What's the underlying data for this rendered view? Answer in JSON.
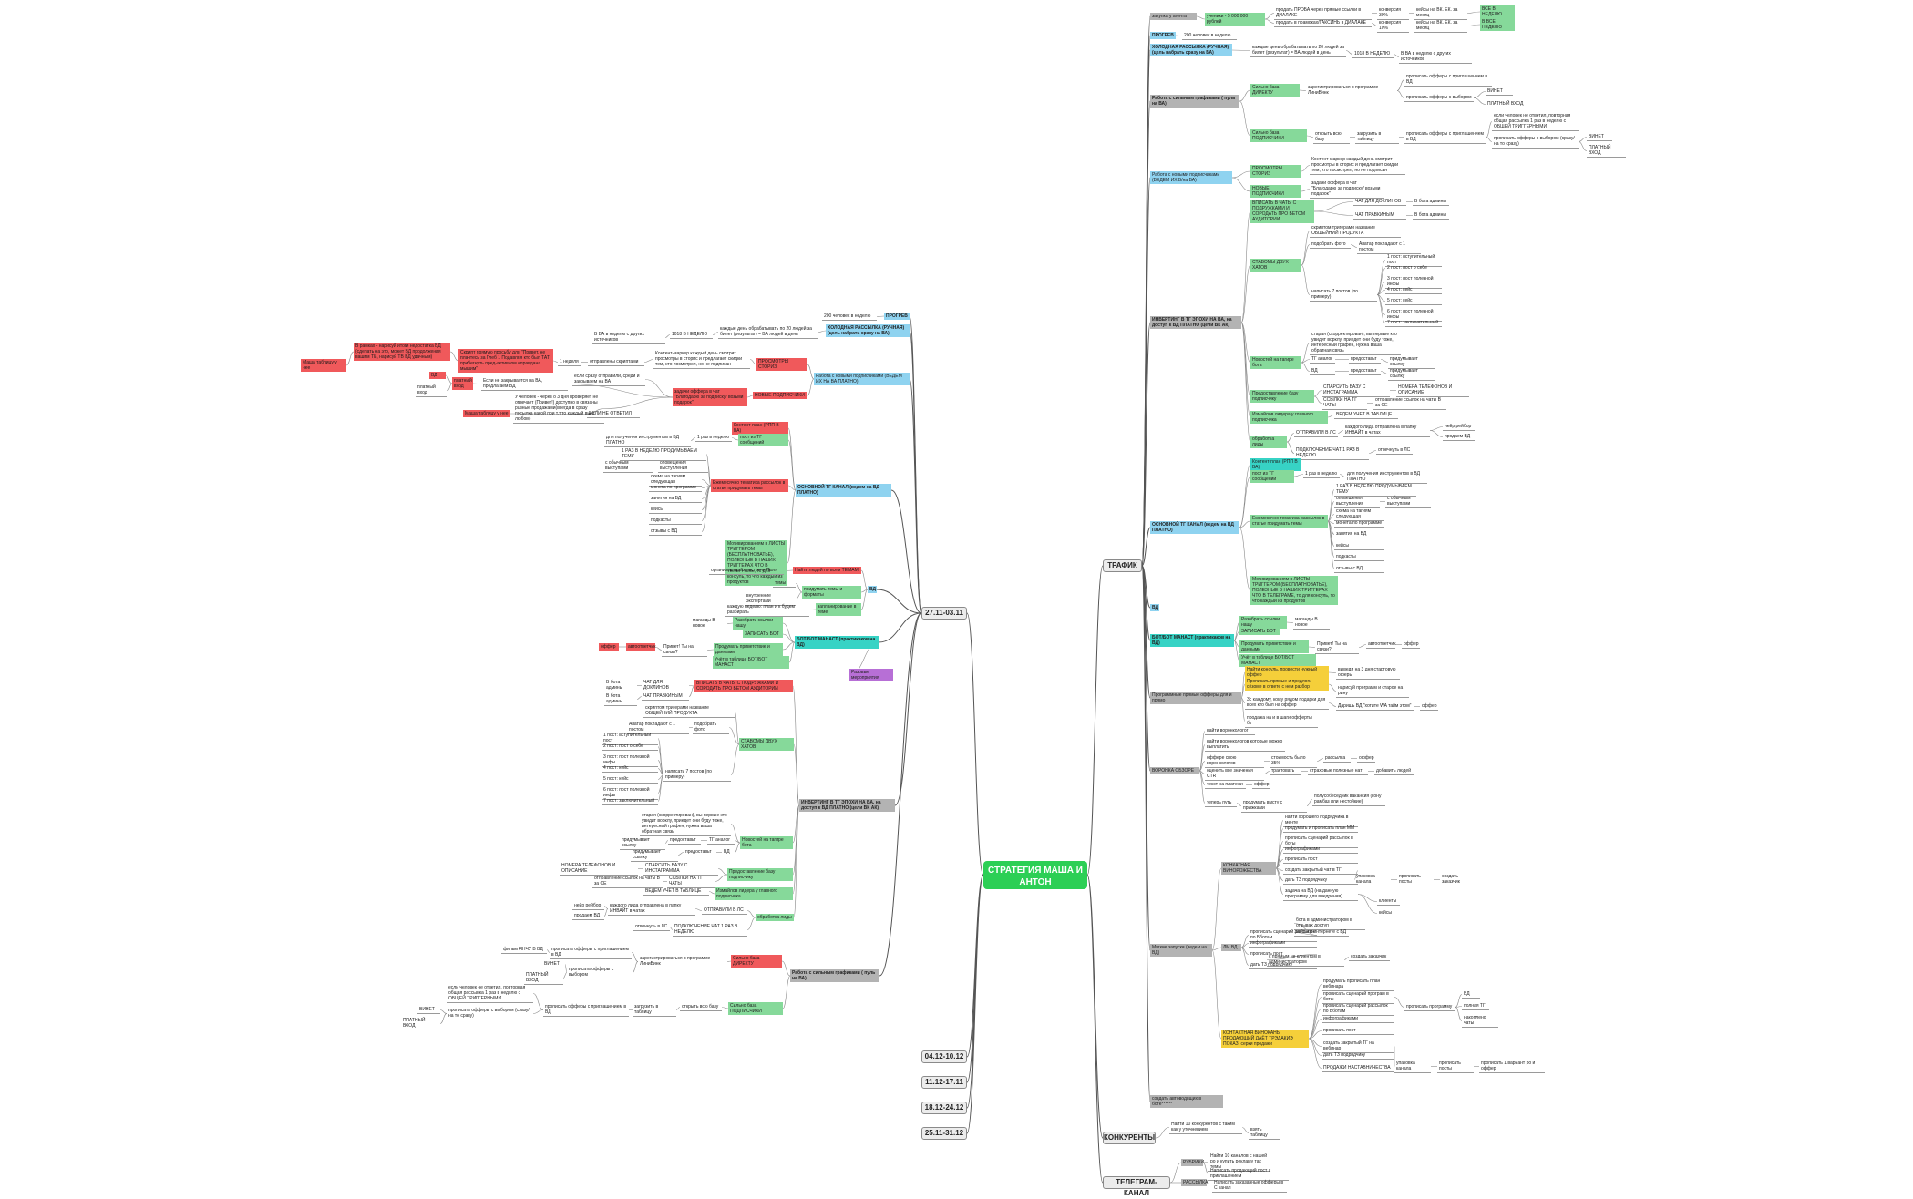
{
  "root": {
    "label": "СТРАТЕГИЯ МАША И АНТОН",
    "color": "#2ccf55"
  },
  "colors": {
    "green": "#86d99a",
    "blue": "#8fd3f0",
    "red": "#f0595b",
    "yellow": "#f5cf3a",
    "gray": "#b3b3b3",
    "purple": "#b76fd6",
    "teal": "#37d3c5"
  },
  "hubs": {
    "traffic": "ТРАФИК",
    "competitors": "КОНКУРЕНТЫ",
    "telegram": "ТЕЛЕГРАМ-КАНАЛ",
    "week1": "27.11-03.11",
    "week2": "04.12-10.12",
    "week3": "11.12-17.11",
    "week4": "18.12-24.12",
    "week5": "25.11-31.12"
  },
  "right": {
    "agent": {
      "label": "закупка у агента",
      "a": "ученики - 5 000 000 рублей",
      "b1": "продать ПРОБА через прямые ссылки в ДИАЛАКЕ",
      "b1x": "конверсия 30%",
      "b1y": "кейсы на ВК. ЕК. за месяц",
      "b1z": "ВСЕ В НЕДЕЛЮ",
      "b2": "продать в прамоках/ГАКСИНЬ в ДИАЛАКЕ",
      "b2x": "конверсия 10%",
      "b2y": "кейсы на ВК. ЕК. за месяц",
      "b2z": "В ВСЕ НЕДЕЛЮ"
    },
    "warmup": {
      "label": "ПРОГРЕВ",
      "note": "200 человек в неделю"
    },
    "mailing": {
      "label": "ХОЛОДНАЯ РАССЫЛКА (РУЧНАЯ) (цель набрать сразу на ВА)",
      "a": "каждые день обрабатывать по 20 людей за билет (результат) = ВА людей в день",
      "b": "1018 В НЕДЕЛЮ",
      "c": "В ВА в неделю с других источников"
    },
    "graph": {
      "label": "Работа с сильным графиками ( пуль на ВА)",
      "a": "Сильно база ДИРЕКТУ",
      "a1": "зарегистрироваться в программе ЛиниВинк",
      "a1x": "прописать офферы с приглашением в ВД",
      "a1y": "прописать офферы с выбором",
      "a1y1": "ВИНЕТ",
      "a1y2": "ПЛАТНЫЙ ВХОД",
      "b": "Сильно база ПОДПИСЧИКИ",
      "b1": "открыть всю базу",
      "b2": "загрузить в таблицу",
      "b3": "прописать офферы с приглашением в ВД",
      "b3a": "если человек не ответил, повторная общая рассылка 1 раз в неделю с ОБЩЕЙ ТРИГГЕРНЫМИ",
      "b3b": "прописать офферы с выбором (сразу/на то сразу)",
      "b3b1": "ВИНЕТ",
      "b3b2": "ПЛАТНЫЙ ВХОД"
    },
    "subs": {
      "label": "Работа с новыми подписчиками (ВЕДЕМ ИХ В/на ВА)",
      "a": "ПРОСМОТРЫ СТОРИЗ",
      "a1": "Контент-маркер каждый день смотрит просмотры в сторис и предлагает скидки тем, кто посмотрел, но не подписан",
      "b": "НОВЫЕ ПОДПИСЧИКИ",
      "b1": "задачи оффера в чат \"Благодарю за подписку/ возьми подарок\""
    },
    "invest": {
      "label": "ИНВЕРТИНГ В ТГ ЭПОХИ НА ВА, на доступ к ВД ПЛАТНО (цели ВК АК)",
      "a": "ВПИСАТЬ В ЧАТЫ С ПОДРУЖКАМИ И СОРОДАТЬ ПРО БЕТОМ АУДИТОРИИ",
      "a1": "ЧАТ ДЛЯ ДОКЛИНОВ",
      "a1x": "В бота админы",
      "a2": "ЧАТ ПРАВКИНЫМ",
      "a2x": "В бота админы",
      "b": "СТАВОМЫ ДВУХ ХАТОВ",
      "b1": "скриптом тригерами название ОБЩЕЙНИЙ ПРОДУКТА",
      "b2": "подобрать фото",
      "b2x": "Аватар покладают с 1 постом",
      "b3": "написать 7 постов (по примеру)",
      "posts": [
        "1 пост: вступительный пост",
        "2 пост: пост о себе",
        "3 пост: пост полезной инфы",
        "4 пост: кейс",
        "5 пост: кейс",
        "6 пост: пост полезной инфы",
        "7 пост: заключительный"
      ],
      "c": "Новостей на тагире бота",
      "c1": "старая (скорректирован), вы первые кто увидит ворклу, приедет они буду тоже, интересный графен, нужна ваша обратная связь",
      "c2": "ТГ аналог",
      "c2x": "предоставьт",
      "c2y": "придумывает ссылку",
      "c3": "ВД",
      "c3x": "предоставьт",
      "c3y": "придумывает ссылку",
      "d": "Предоставление базу подписчику",
      "d1": "СПАРСИТЬ БАЗУ С ИНСТАГРАММА",
      "d1x": "НОМЕРА ТЕЛЕФОНОВ И ОПИСАНИЕ",
      "d2": "ССЫЛКИ НА ТГ ЧАТЫ",
      "d2x": "отправление ссылок на чаты В за СЕ",
      "e": "Измайлов лидера у главного подписчика",
      "e1": "ВЕДЕМ УЧЕТ В ТАБЛИЦЕ",
      "f": "обработка лиды",
      "f1": "ОТПРАВИЛИ В ЛС",
      "f1a": "каждого лида отправлена в папку ИНВАЙТ в чатах",
      "f1b": "нейр рейбор",
      "f1c": "продаем ВД",
      "f2": "ПОДКЛЮЧЕНИЕ ЧАТ 1 РАЗ В НЕДЕЛЮ",
      "f2x": "отвечнуть в ЛС"
    },
    "channel": {
      "label": "ОСНОВНОЙ ТГ КАНАЛ (ведем на ВД ПЛАТНО)",
      "a": "Контент-план (РПП В ВА)",
      "b": "пост из ТГ сообщений",
      "b1": "1 раз в неделю",
      "b2": "для получения инструментов в ВД ПЛАТНО",
      "c": "Ежемесячно тематика рассылок в статье придумать темы",
      "c1": "1 РАЗ В НЕДЕЛЮ ПРОДУМЫВАЕМ ТЕМУ",
      "c2": "оповещения выступления",
      "c2x": "с обычным выступами",
      "c3": "схема на тагиям следующая",
      "c4": "монета по программе",
      "c5": "занятия на ВД",
      "c6": "кейсы",
      "c7": "подкасты",
      "c8": "отзывы с ВД",
      "d": "Мотивированиям в ЛИСТЫ ТРИГГЕРОМ (БЕСПЛАТНОВАТЬЕ), ПОЛЕЗНЫЕ В НАШИХ ТРИГГЕРАХ ЧТО В ТЕЛЕГРАМЕ, то для консуль, то что каждый из продуктов"
    },
    "vd": {
      "label": "ВД"
    },
    "bot": {
      "label": "БОТ/БОТ МАНАСТ (практикаков на ВД)",
      "a": "Разобрать ссылки нашу",
      "a1": "маганды В новое",
      "b": "ЗАПИСАТЬ БОТ",
      "c": "Продумать приветствие и данными",
      "c1": "Привет! Ты на связи?",
      "c1x": "автоответчик",
      "c1y": "оффер",
      "d": "Учёт в таблице БОТ/БОТ МАНАСТ"
    },
    "sales": {
      "label": "Программные прямые офферы для и прямо",
      "a": "Найти консуль, провести нужный оффер",
      "a1": "выведи на 3 дня стартовую оферы",
      "b": "Прописать прямые и предлоги сёзоме в ответе с нем разбор",
      "b1": "нарисуй программ и старое на рину",
      "c": "3с каждому, кому рядом подарки для всех кто был на оффер",
      "c1": "Даришь ВД \"хотите WA тайм этом\"",
      "c1x": "оффер",
      "d": "продажа на и в шаги офферты бк"
    },
    "funnel": {
      "label": "ВОРОНКА ОБЗОРЕ",
      "a": "найти воронкологог",
      "b": "найти воронкологов которые можно выплатить",
      "c": "оффере свою воронкологов",
      "c1": "стоимость было 35%",
      "c2": "рассылка",
      "c3": "оффер",
      "d": "оценить все значения CTR",
      "d1": "трактовать",
      "d2": "страховые полезные нат",
      "d3": "добавить людей",
      "e": "текст на платежи",
      "e1": "оффер",
      "f": "теперь путь",
      "f1": "продумать вмсту с прыжками",
      "f2": "полусобеседник вакансия (кону рамбаз или нестойкие)"
    },
    "project": {
      "label": "Мягкие запуски (ведем на ВД)",
      "a": "КОНКАТНАЯ ВИНОРОЖЕСТВА",
      "a_items": [
        "найти хорошего подрядчика в менте",
        "продумать и прописать план ММ",
        "прописать сценарий рассылок в боты",
        "инфографиками",
        "прописать пост",
        "создать закрытый чат в ТГ",
        "дать ТЗ подрядчику",
        "задача на ВД (на данную программу для внедрения)"
      ],
      "a_e1": "упаковка канала",
      "a_e2": "прописать посты",
      "a_e3": "создать заказчик",
      "a_h1": "клиенты",
      "a_h2": "кейсы",
      "b": "ЛМ ВД",
      "b_items": [
        "прописать сценарий рассылок по Бботам",
        "инфографиками",
        "прописать пост",
        "дать ТЗ подрядчику"
      ],
      "b1x": "бота в администратором в отзывах доступ",
      "b1y": "кейсы в интернете с ВД",
      "b3x": "с прямым не клиентом в администратором",
      "b3y": "создать заказчик",
      "c": "КОНТАКТНАЯ ВИНОКАНЬ ПРОДАЮЩИЙ ДАЁТ ТРЭДАКИЭ ПОКАЗ, серки продажи",
      "c_items": [
        "продумать прописать план вебинара",
        "прописать сценарий програм в боты",
        "прописать сценарий рассылок по Бботам",
        "инфографиками",
        "прописать пост",
        "создать закрытый ТГ на вебинар",
        "дать ТЗ подрядчику",
        "ПРОДАЖИ НАСТАВНИЧЕСТВА"
      ],
      "c2x": "прописать программу",
      "c2a": "ВД",
      "c2b": "полная ТГ",
      "c2c": "накоплено чаты",
      "c6x": "упаковка канала",
      "c6y": "прописать посты",
      "c6z": "прописать 1 вариант ро и оффер"
    },
    "ideas": {
      "label": "создать автоводящих в боте******"
    },
    "competitors": {
      "a": "Найти 10 конкурентов с таким как у уточнением",
      "b": "взять таблицу"
    },
    "telegram": {
      "a": "РУБРИКИ",
      "a1": "Найти 10 каналов с нашей ро и купить рекламу так темы",
      "a2": "Написать продающий пост с приглашением",
      "b": "РАССЫЛКА",
      "b1": "Написать заказанные офферы в С канал"
    }
  },
  "left": {
    "warm": {
      "label": "ПРОГРЕВ",
      "note": "200 человек в неделю"
    },
    "mailing": {
      "label": "ХОЛОДНАЯ РАССЫЛКА (РУЧНАЯ) (цель набрать сразу на ВА)",
      "a": "каждые день обрабатывать по 20 людей за билет (результат) = ВА людей в день",
      "b": "1018 В НЕДЕЛЮ",
      "c": "В ВА в неделю с других источников"
    },
    "subs": {
      "label": "Работа с новыми подписчиками (ВЕДЕМ ИХ НА ВА ПЛАТНО)",
      "a": "ПРОСМОТРЫ СТОРИЗ",
      "a1": "Контент-маркер каждый день смотрит просмотры в сторис и предлагает скидки тем, кто посмотрел, но не подписан",
      "a2": "1 неделя",
      "a3": "отправлены скриптами",
      "a4": "Скрипт прямую просьбу для \"Привет, не плачтесь за Глеб 1 Подавляя кто был ТАТ прибегнуть пред-активном оправдана мышим\"",
      "a5": "В рамках - нарисуй итоги недостатка ВД (сделать на это, может ВД продолжения вашим ТБ, нарисуй ТВ ВД удачным)",
      "a6": "Маша таблицу у нее",
      "b": "НОВЫЕ ПОДПИСЧИКИ",
      "b1": "задачи оффера в чат \"Благодарю за подписку/ возьми подарок\"",
      "b2": "если сразу отправили, среди и закрываем на ВА",
      "b3": "Если не закрывается на ВА, предлагаем ВД",
      "b4": "ВД",
      "b5": "платный вход",
      "b6": "У человек - через о 3 дня проверяет не отвечает (Привет!) доступно в связаны разные продажами(всегда в сразу посылка какой при т.т.то каждый вы в любом)",
      "b7": "ЕСЛИ НЕ ОТВЕТИЛ",
      "b8": "Маша таблицу у нее"
    },
    "channel": {
      "label": "ОСНОВНОЙ ТГ КАНАЛ (ведем на ВД ПЛАТНО)",
      "a": "Контент-план (РПП В ВА)",
      "b": "пост из ТГ сообщений",
      "b1": "1 раз в неделю",
      "b2": "для получения инструментов в ВД ПЛАТНО",
      "c": "Ежемесячно тематика рассылок в статье придумать темы",
      "c1": "1 РАЗ В НЕДЕЛЮ ПРОДУМЫВАЕМ ТЕМУ",
      "c2": "с обычным выступами",
      "c2x": "оповещения выступления",
      "c3": "схема на тагиям следующая",
      "c4": "монета по программе",
      "c5": "занятия на ВД",
      "c6": "кейсы",
      "c7": "подкасты",
      "c8": "отзывы с ВД",
      "d": "Мотивированиям в ЛИСТЫ ТРИГГЕРОМ (БЕСПЛАТНОВАТЬЕ), ПОЛЕЗНЫЕ В НАШИХ ТРИГГЕРАХ ЧТО В ТЕЛЕГРАМЕ, то для консуль, то что каждый из продуктов"
    },
    "vd": {
      "label": "ВД",
      "a": "Найти людей по всем ТЕМАМ",
      "a1": "организовывайте встречи Поля",
      "b": "придумать темы и форматы",
      "b1": "темы",
      "b2": "внутренние экспертами",
      "c": "запланирование в теме",
      "c1": "каждую неделю: план и к будем разбирать"
    },
    "bot": {
      "label": "БОТ/БОТ МАНАСТ (практикаков на ВД)",
      "a": "Разобрать ссылки нашу",
      "a1": "маганды В новое",
      "b": "ЗАПИСАТЬ БОТ",
      "c": "Продумать приветствие и данными",
      "c1": "Привет! Ты на связи?",
      "c1x": "автоответчик",
      "c1y": "оффер",
      "d": "Учёт в таблице БОТ/БОТ МАНАСТ",
      "e": "Разовые мероприятия"
    },
    "invest": {
      "label": "ИНВЕРТИНГ В ТГ ЭПОХИ НА ВА, на доступ к ВД ПЛАТНО (цели ВК АК)",
      "a": "ВПИСАТЬ В ЧАТЫ С ПОДРУЖКАМИ И СОРОДАТЬ ПРО БЕТОМ АУДИТОРИИ",
      "a1": "ЧАТ ДЛЯ ДОКЛИНОВ",
      "a1x": "В бота админы",
      "a2": "ЧАТ ПРАВКИНЫМ",
      "a2x": "В бота админы",
      "b": "СТАВОМЫ ДВУХ ХАТОВ",
      "b1": "скриптом тригерами название ОБЩЕЙНИЙ ПРОДУКТА",
      "b2": "подобрать фото",
      "b2x": "Аватар покладают с 1 постом",
      "b3": "написать 7 постов (по примеру)",
      "posts": [
        "1 пост: вступительный пост",
        "2 пост: пост о себе",
        "3 пост: пост полезной инфы",
        "4 пост: кейс",
        "5 пост: кейс",
        "6 пост: пост полезной инфы",
        "7 пост: заключительный"
      ],
      "c": "Новостей на тагире бота",
      "c1": "старая (скорректирован), вы первые кто увидит ворклу, приедет они буду тоже, интересный графен, нужна ваша обратная связь",
      "c2": "ТГ аналог",
      "c2x": "предоставьт",
      "c2y": "придумывает ссылку",
      "c3": "ВД",
      "c3x": "предоставьт",
      "c3y": "придумывает ссылку",
      "d": "Предоставление базу подписчику",
      "d1": "СПАРСИТЬ БАЗУ С ИНСТАГРАММА",
      "d1x": "НОМЕРА ТЕЛЕФОНОВ И ОПИСАНИЕ",
      "d2": "ССЫЛКИ НА ТГ ЧАТЫ",
      "d2x": "отправление ссылок на чаты В за СЕ",
      "e": "Измайлов лидера у главного подписчика",
      "e1": "ВЕДЕМ УЧЕТ В ТАБЛИЦЕ",
      "f": "обработка лиды",
      "f1": "ОТПРАВИЛИ В ЛС",
      "f1a": "каждого лида отправлена в папку ИНВАЙТ в чатах",
      "f1b": "нейр рейбор",
      "f1c": "продаем ВД",
      "f2": "ПОДКЛЮЧЕНИЕ ЧАТ 1 РАЗ В НЕДЕЛЮ",
      "f2x": "отвечнуть в ЛС"
    },
    "graph": {
      "label": "Работа с сильным графиками ( пуль на ВА)",
      "a": "Сильно база ДИРЕКТУ",
      "a1": "зарегистрироваться в программе ЛиниВинк",
      "a1x": "прописать офферы с приглашением в ВД",
      "a1y": "прописать офферы с выбором",
      "a1x0": "фильм ЯНЧУ В ВД",
      "a1y1": "ВИНЕТ",
      "a1y2": "ПЛАТНЫЙ ВХОД",
      "b": "Сильно база ПОДПИСЧИКИ",
      "b1": "открыть всю базу",
      "b2": "загрузить в таблицу",
      "b3": "прописать офферы с приглашением в ВД",
      "b3a": "если человек не ответил, повторная общая рассылка 1 раз в неделю с ОБЩЕЙ ТРИГГЕРНЫМИ",
      "b3b": "прописать офферы с выбором (сразу/на то сразу)",
      "b3b1": "ВИНЕТ",
      "b3b2": "ПЛАТНЫЙ ВХОД"
    }
  }
}
